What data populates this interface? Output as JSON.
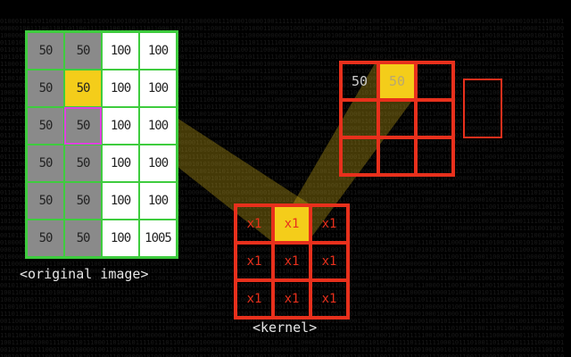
{
  "original_image": {
    "label": "<original image>",
    "rows": [
      [
        "50",
        "50",
        "100",
        "100"
      ],
      [
        "50",
        "50",
        "100",
        "100"
      ],
      [
        "50",
        "50",
        "100",
        "100"
      ],
      [
        "50",
        "50",
        "100",
        "100"
      ],
      [
        "50",
        "50",
        "100",
        "100"
      ],
      [
        "50",
        "50",
        "100",
        "1005"
      ]
    ],
    "highlight_cell": [
      1,
      1
    ],
    "magenta_cell": [
      2,
      1
    ]
  },
  "kernel": {
    "label": "<kernel>",
    "rows": [
      [
        "x1",
        "x1",
        "x1"
      ],
      [
        "x1",
        "x1",
        "x1"
      ],
      [
        "x1",
        "x1",
        "x1"
      ]
    ],
    "highlight_cell": [
      0,
      1
    ]
  },
  "output": {
    "rows": [
      [
        "50",
        "50",
        ""
      ],
      [
        "",
        "",
        ""
      ],
      [
        "",
        "",
        ""
      ]
    ],
    "highlight_cell": [
      0,
      1
    ]
  },
  "colors": {
    "grid_green": "#3ecc3e",
    "kernel_red": "#e8301c",
    "highlight_yellow": "#f4cd1a",
    "magenta": "#e040e0",
    "gray_cell": "#8a8a8a"
  }
}
